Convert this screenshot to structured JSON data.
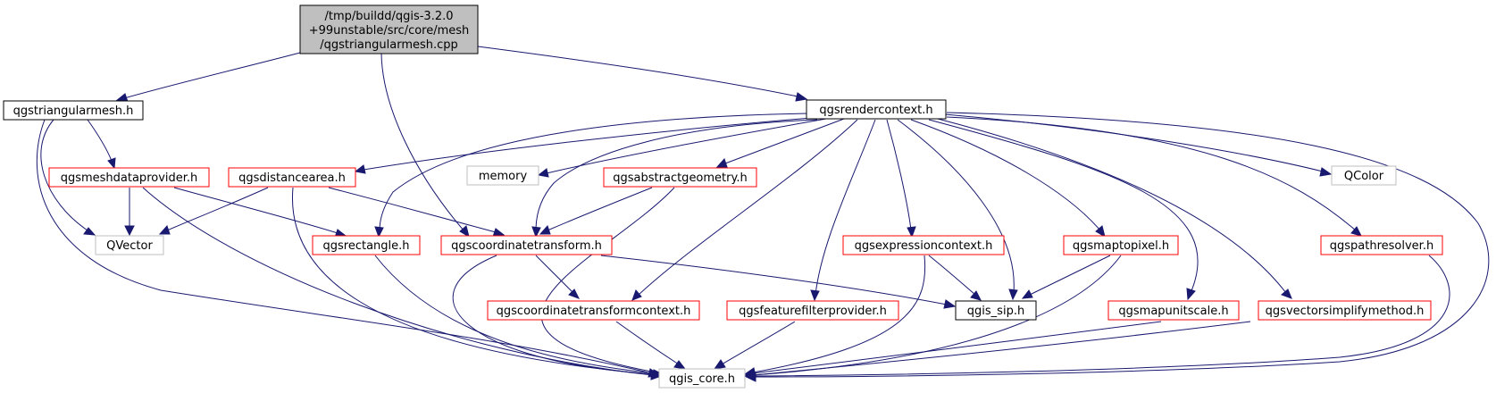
{
  "colors": {
    "root_fill": "#bfbfbf",
    "root_border": "#000000",
    "found_border": "#ff0000",
    "plain_border": "#000000",
    "system_border": "#bfbfbf",
    "edge": "#191970",
    "background": "#ffffff"
  },
  "nodes": {
    "root": {
      "lines": [
        "/tmp/buildd/qgis-3.2.0",
        "+99unstable/src/core/mesh",
        "/qgstriangularmesh.cpp"
      ]
    },
    "qgstriangularmesh": {
      "label": "qgstriangularmesh.h"
    },
    "qgsrendercontext": {
      "label": "qgsrendercontext.h"
    },
    "qgsmeshdataprovider": {
      "label": "qgsmeshdataprovider.h"
    },
    "qgsdistancearea": {
      "label": "qgsdistancearea.h"
    },
    "memory": {
      "label": "memory"
    },
    "qgsabstractgeometry": {
      "label": "qgsabstractgeometry.h"
    },
    "qcolor": {
      "label": "QColor"
    },
    "qvector": {
      "label": "QVector"
    },
    "qgsrectangle": {
      "label": "qgsrectangle.h"
    },
    "qgscoordinatetransform": {
      "label": "qgscoordinatetransform.h"
    },
    "qgsexpressioncontext": {
      "label": "qgsexpressioncontext.h"
    },
    "qgsmaptopixel": {
      "label": "qgsmaptopixel.h"
    },
    "qgspathresolver": {
      "label": "qgspathresolver.h"
    },
    "qgscoordinatetransformcontext": {
      "label": "qgscoordinatetransformcontext.h"
    },
    "qgsfeaturefilterprovider": {
      "label": "qgsfeaturefilterprovider.h"
    },
    "qgis_sip": {
      "label": "qgis_sip.h"
    },
    "qgsmapunitscale": {
      "label": "qgsmapunitscale.h"
    },
    "qgsvectorsimplifymethod": {
      "label": "qgsvectorsimplifymethod.h"
    },
    "qgis_core": {
      "label": "qgis_core.h"
    }
  }
}
